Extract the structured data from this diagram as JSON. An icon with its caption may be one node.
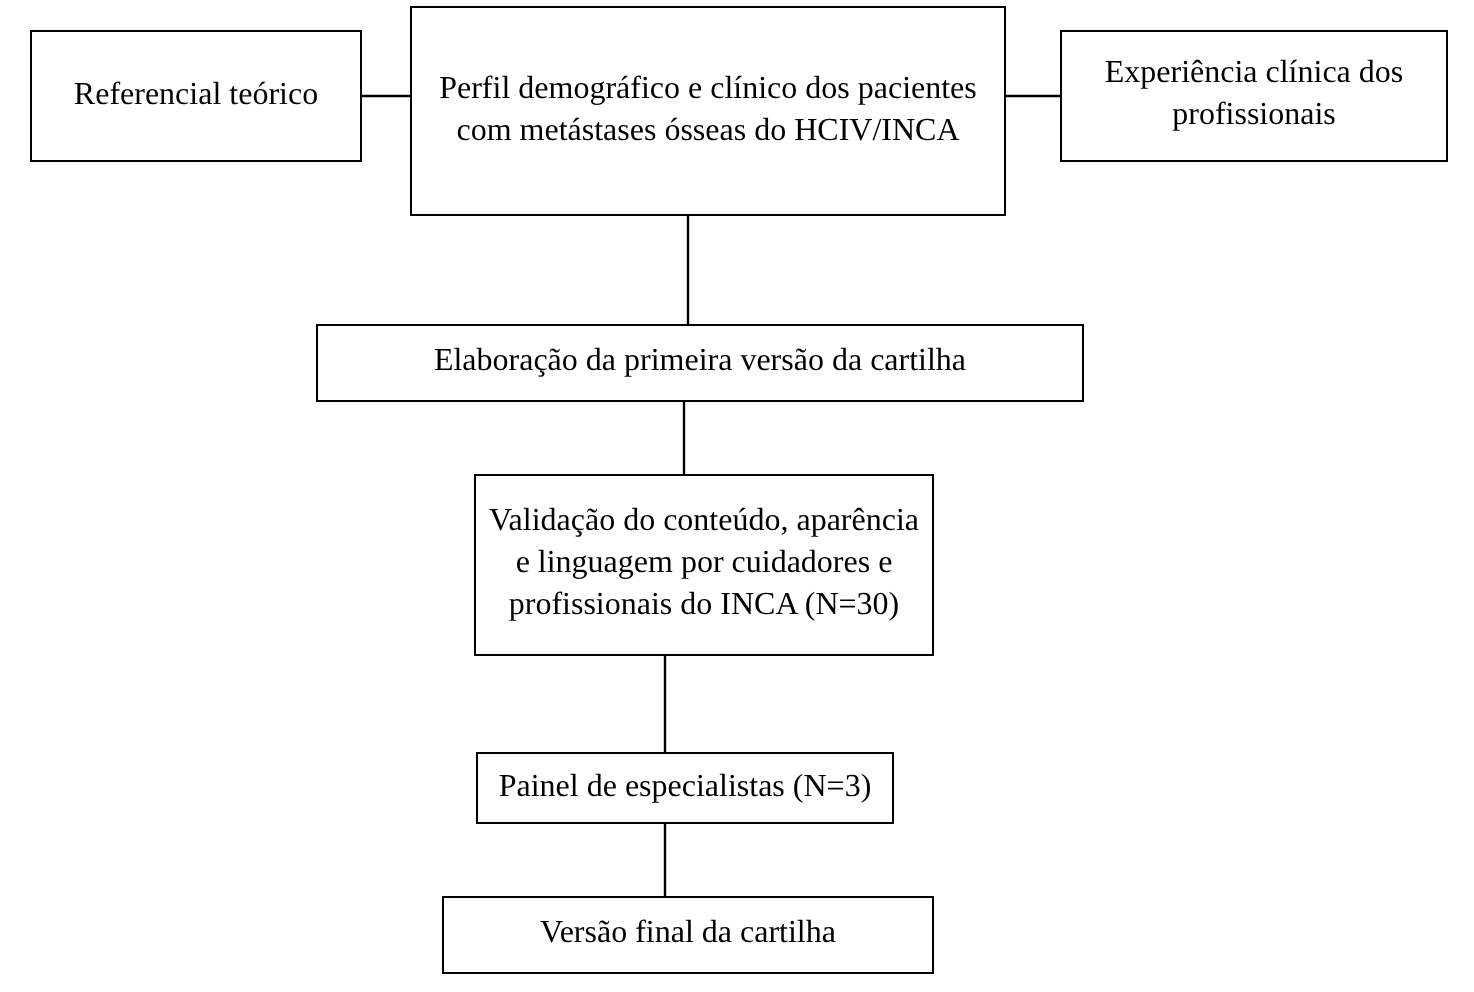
{
  "diagram": {
    "nodes": [
      {
        "text": [
          "Referencial teórico"
        ]
      },
      {
        "text": [
          "Perfil demográfico e clínico dos pacientes com metástases ósseas do HCIV/INCA"
        ]
      },
      {
        "text": [
          "Experiência clínica dos profissionais"
        ]
      },
      {
        "text": [
          "Elaboração da primeira versão da cartilha"
        ]
      },
      {
        "text": [
          "Validação do conteúdo, aparência e linguagem por cuidadores e profissionais do INCA (N=30)"
        ]
      },
      {
        "text": [
          "Painel de especialistas (N=3)"
        ]
      },
      {
        "text": [
          "Versão final da cartilha"
        ]
      }
    ],
    "edges": [
      {
        "from": 0,
        "to": 1,
        "arrow": "none"
      },
      {
        "from": 1,
        "to": 2,
        "arrow": "none"
      },
      {
        "from": 1,
        "to": 3,
        "arrow": "none"
      },
      {
        "from": 3,
        "to": 4,
        "arrow": "none"
      },
      {
        "from": 4,
        "to": 5,
        "arrow": "none"
      },
      {
        "from": 5,
        "to": 6,
        "arrow": "none"
      }
    ]
  }
}
